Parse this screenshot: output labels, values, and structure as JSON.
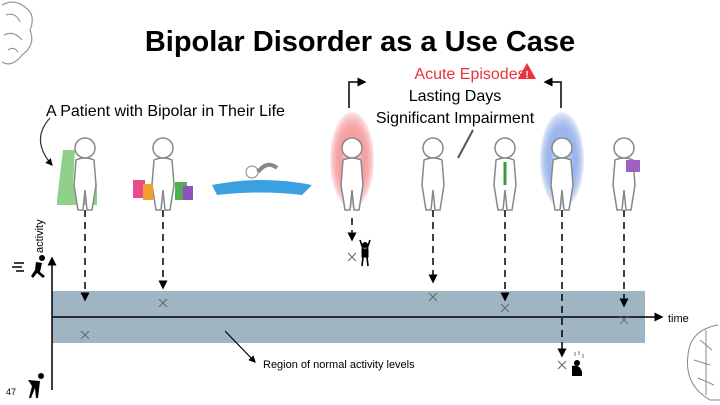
{
  "slide": {
    "title": "Bipolar Disorder as a Use Case",
    "callout": {
      "acute": "Acute Episodes",
      "lasting": "Lasting Days",
      "impairment": "Significant Impairment"
    },
    "patient_label": "A Patient with Bipolar in Their Life",
    "axis": {
      "x_label": "time",
      "y_label": "activity"
    },
    "region_label": "Region of normal activity levels",
    "slide_number": "47",
    "colors": {
      "band": "#9fb5c4",
      "acute": "#e8343a",
      "manic_glow": "#f0605a",
      "depressive_glow": "#3a6fd0"
    },
    "figures": [
      "sitting-chair",
      "shopping",
      "swimming",
      "manic-episode",
      "running",
      "presenting",
      "depressive-episode",
      "reading"
    ]
  }
}
